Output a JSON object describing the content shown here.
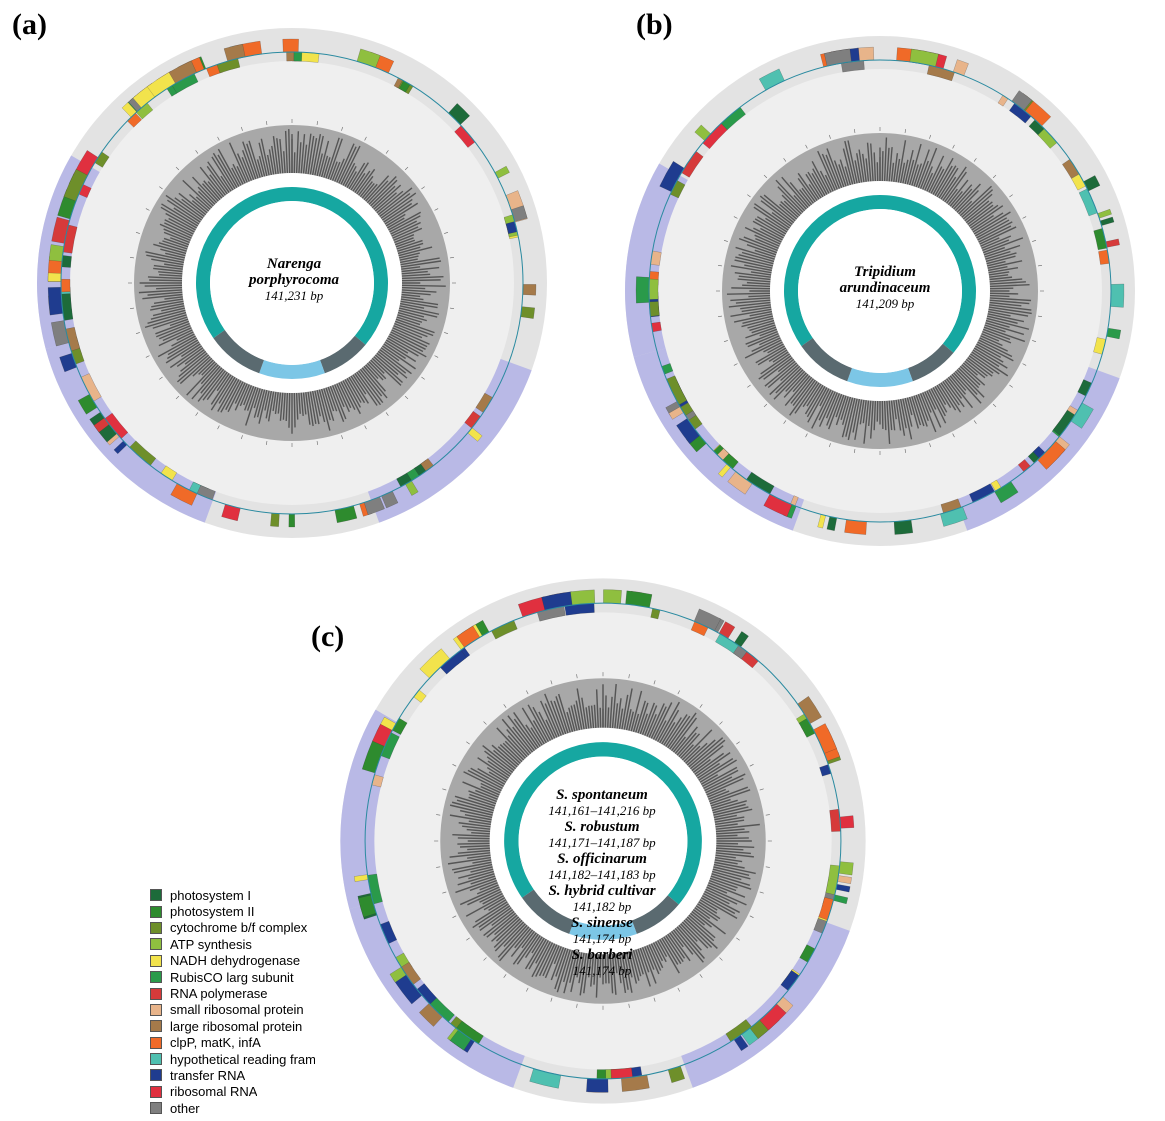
{
  "panels": [
    {
      "label": "(a)",
      "species": [
        "Narenga porphyrocoma"
      ],
      "lengths": [
        "141,231 bp"
      ]
    },
    {
      "label": "(b)",
      "species": [
        "Tripidium arundinaceum"
      ],
      "lengths": [
        "141,209 bp"
      ]
    },
    {
      "label": "(c)",
      "species": [
        "S. spontaneum",
        "S. robustum",
        "S. officinarum",
        "S. hybrid cultivar",
        "S. sinense",
        "S. barberi"
      ],
      "lengths": [
        "141,161–141,216 bp",
        "141,171–141,187 bp",
        "141,182–141,183 bp",
        "141,182 bp",
        "141,174 bp",
        "141,174 bp"
      ]
    }
  ],
  "legend": [
    {
      "label": "photosystem I",
      "color": "#1d6b3a"
    },
    {
      "label": "photosystem II",
      "color": "#2e8b2e"
    },
    {
      "label": "cytochrome b/f complex",
      "color": "#6e8f2a"
    },
    {
      "label": "ATP synthesis",
      "color": "#8fbf3f"
    },
    {
      "label": "NADH dehydrogenase",
      "color": "#f2e34c"
    },
    {
      "label": "RubisCO larg subunit",
      "color": "#2a9a4a"
    },
    {
      "label": "RNA polymerase",
      "color": "#d63a3a"
    },
    {
      "label": "small ribosomal protein",
      "color": "#e8b48a"
    },
    {
      "label": "large ribosomal protein",
      "color": "#a57a4a"
    },
    {
      "label": "clpP, matK, infA",
      "color": "#f06a28"
    },
    {
      "label": "hypothetical reading frames",
      "color": "#4fc0b0"
    },
    {
      "label": "transfer RNA",
      "color": "#1f3c8f"
    },
    {
      "label": "ribosomal RNA",
      "color": "#e0303f"
    },
    {
      "label": "other",
      "color": "#7f7f7f"
    }
  ],
  "region_colors": {
    "outer_ring": "#e3e3e3",
    "ir_shade": "#b4b4e6",
    "gc_dark": "#555555",
    "gc_mid": "#a8a8a8",
    "inner_lsc": "#16a7a1",
    "inner_ssc": "#7cc6e6",
    "inner_ir": "#5a6a70"
  }
}
